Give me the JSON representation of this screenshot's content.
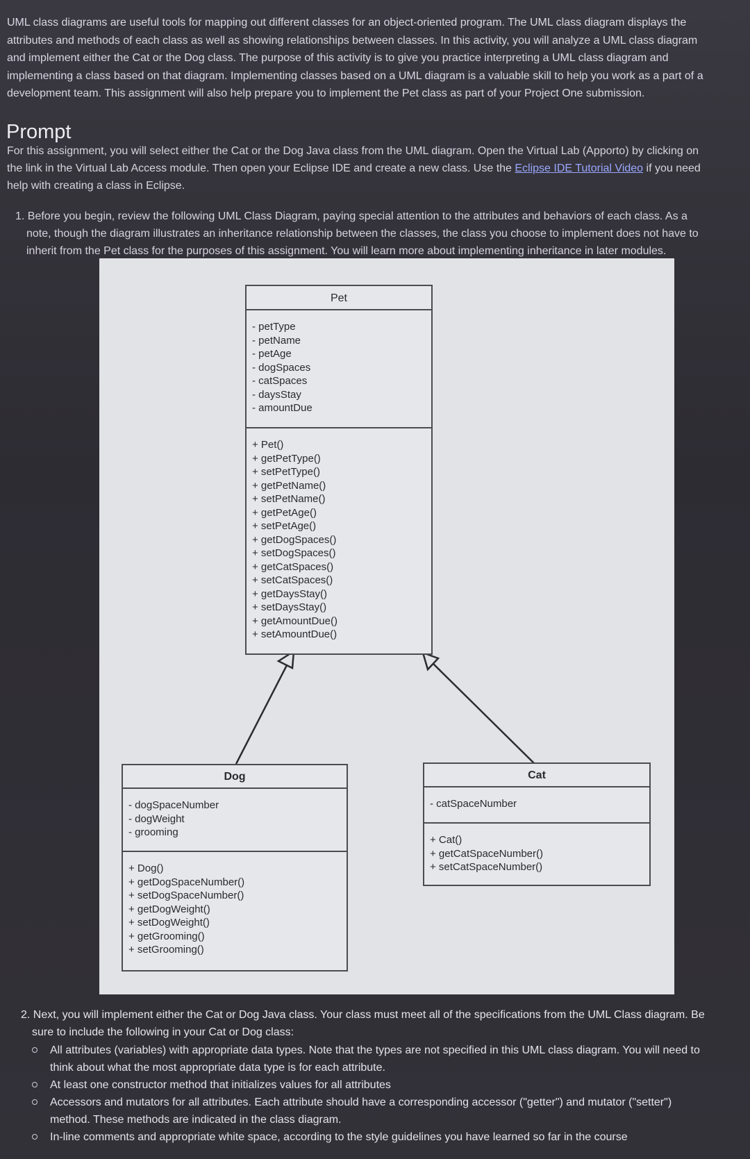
{
  "intro": {
    "lines": [
      "UML class diagrams are useful tools for mapping out different classes for an object-oriented program. The UML class diagram displays the",
      "attributes and methods of each class as well as showing relationships between classes. In this activity, you will analyze a UML class diagram",
      "and implement either the Cat or the Dog class. The purpose of this activity is to give you practice interpreting a UML class diagram and",
      "implementing a class based on that diagram. Implementing classes based on a UML diagram is a valuable skill to help you work as a part of a",
      "development team. This assignment will also help prepare you to implement the Pet class as part of your Project One submission."
    ]
  },
  "prompt": {
    "title": "Prompt",
    "line1": "For this assignment, you will select either the Cat or the Dog Java class from the UML diagram. Open the Virtual Lab (Apporto) by clicking on",
    "line2_before": "the link in the Virtual Lab Access module. Then open your Eclipse IDE and create a new class. Use the ",
    "line2_link": "Eclipse IDE Tutorial Video",
    "line2_after": " if you need",
    "line3": "help with creating a class in Eclipse."
  },
  "step1": {
    "line1": "1. Before you begin, review the following UML Class Diagram, paying special attention to the attributes and behaviors of each class. As a",
    "line2": "note, though the diagram illustrates an inheritance relationship between the classes, the class you choose to implement does not have to",
    "line3": "inherit from the Pet class for the purposes of this assignment. You will learn more about implementing inheritance in later modules."
  },
  "diagram": {
    "pet": {
      "name": "Pet",
      "attributes": [
        "- petType",
        "- petName",
        "- petAge",
        "- dogSpaces",
        "- catSpaces",
        "- daysStay",
        "- amountDue"
      ],
      "methods": [
        "+ Pet()",
        "+ getPetType()",
        "+ setPetType()",
        "+ getPetName()",
        "+ setPetName()",
        "+ getPetAge()",
        "+ setPetAge()",
        "+ getDogSpaces()",
        "+ setDogSpaces()",
        "+ getCatSpaces()",
        "+ setCatSpaces()",
        "+ getDaysStay()",
        "+ setDaysStay()",
        "+ getAmountDue()",
        "+ setAmountDue()"
      ]
    },
    "dog": {
      "name": "Dog",
      "attributes": [
        "- dogSpaceNumber",
        "- dogWeight",
        "- grooming"
      ],
      "methods": [
        "+ Dog()",
        "+ getDogSpaceNumber()",
        "+ setDogSpaceNumber()",
        "+ getDogWeight()",
        "+ setDogWeight()",
        "+ getGrooming()",
        "+ setGrooming()"
      ]
    },
    "cat": {
      "name": "Cat",
      "attributes": [
        "- catSpaceNumber"
      ],
      "methods": [
        "+ Cat()",
        "+ getCatSpaceNumber()",
        "+ setCatSpaceNumber()"
      ]
    }
  },
  "step2": {
    "line1": "2. Next, you will implement either the Cat or Dog Java class. Your class must meet all of the specifications from the UML Class diagram. Be",
    "line2": "sure to include the following in your Cat or Dog class:"
  },
  "bullets": [
    {
      "l1": "All attributes (variables) with appropriate data types. Note that the types are not specified in this UML class diagram. You will need to",
      "l2": "think about what the most appropriate data type is for each attribute."
    },
    {
      "l1": "At least one constructor method that initializes values for all attributes",
      "l2": ""
    },
    {
      "l1": "Accessors and mutators for all attributes. Each attribute should have a corresponding accessor (\"getter\") and mutator (\"setter\")",
      "l2": "method. These methods are indicated in the class diagram."
    },
    {
      "l1": "In-line comments and appropriate white space, according to the style guidelines you have learned so far in the course",
      "l2": ""
    }
  ]
}
